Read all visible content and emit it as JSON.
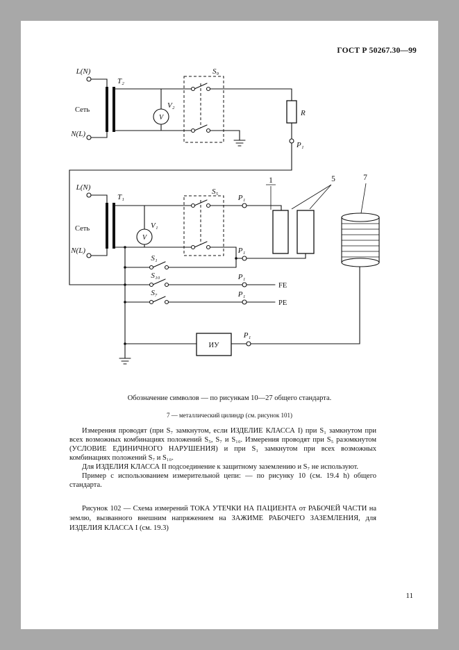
{
  "page": {
    "header": "ГОСТ Р 50267.30—99",
    "page_number": "11"
  },
  "schematic": {
    "top": {
      "terminal_l": "L(N)",
      "terminal_n": "N(L)",
      "mains": "Сеть",
      "transformer": "T₂",
      "voltmeter": "V₂",
      "voltmeter_letter": "V",
      "switch": "S₉",
      "resistor": "R",
      "probe": "P₁"
    },
    "main": {
      "terminal_l": "L(N)",
      "terminal_n": "N(L)",
      "mains": "Сеть",
      "transformer": "T₁",
      "voltmeter": "V₁",
      "voltmeter_letter": "V",
      "switch_s5": "S₅",
      "switch_s1": "S₁",
      "switch_s10": "S₁₀",
      "switch_s7": "S₇",
      "probe": "P₁",
      "fe": "FE",
      "pe": "PE",
      "meter": "ИУ",
      "callout_1": "1",
      "callout_5": "5",
      "callout_7": "7"
    }
  },
  "notes": {
    "symbols": "Обозначение символов — по рисункам 10—27 общего стандарта.",
    "legend": "7 — металлический цилиндр (см. рисунок 101)"
  },
  "body": {
    "para1": "Измерения проводят (при S₇ замкнутом, если ИЗДЕЛИЕ КЛАССА I) при S₁ замкнутом при всех возможных комбинациях положений S₅, S₇ и S₁₀. Измерения проводят при S₅ разомкнутом (УСЛОВИЕ ЕДИНИЧНОГО НАРУШЕНИЯ) и при S₁ замкнутом при всех возможных комбинациях положений S₇ и S₁₀.",
    "para2": "Для ИЗДЕЛИЯ КЛАССА II подсоединение к защитному заземлению и S₇ не используют.",
    "para3": "Пример с использованием измерительной цепи: — по рисунку 10 (см. 19.4 h) общего стандарта.",
    "caption": "Рисунок 102 — Схема измерений ТОКА УТЕЧКИ НА ПАЦИЕНТА от РАБОЧЕЙ ЧАСТИ на землю, вызванного внешним напряжением на ЗАЖИМЕ РАБОЧЕГО ЗАЗЕМЛЕНИЯ, для ИЗДЕЛИЯ КЛАССА I (см. 19.3)"
  }
}
